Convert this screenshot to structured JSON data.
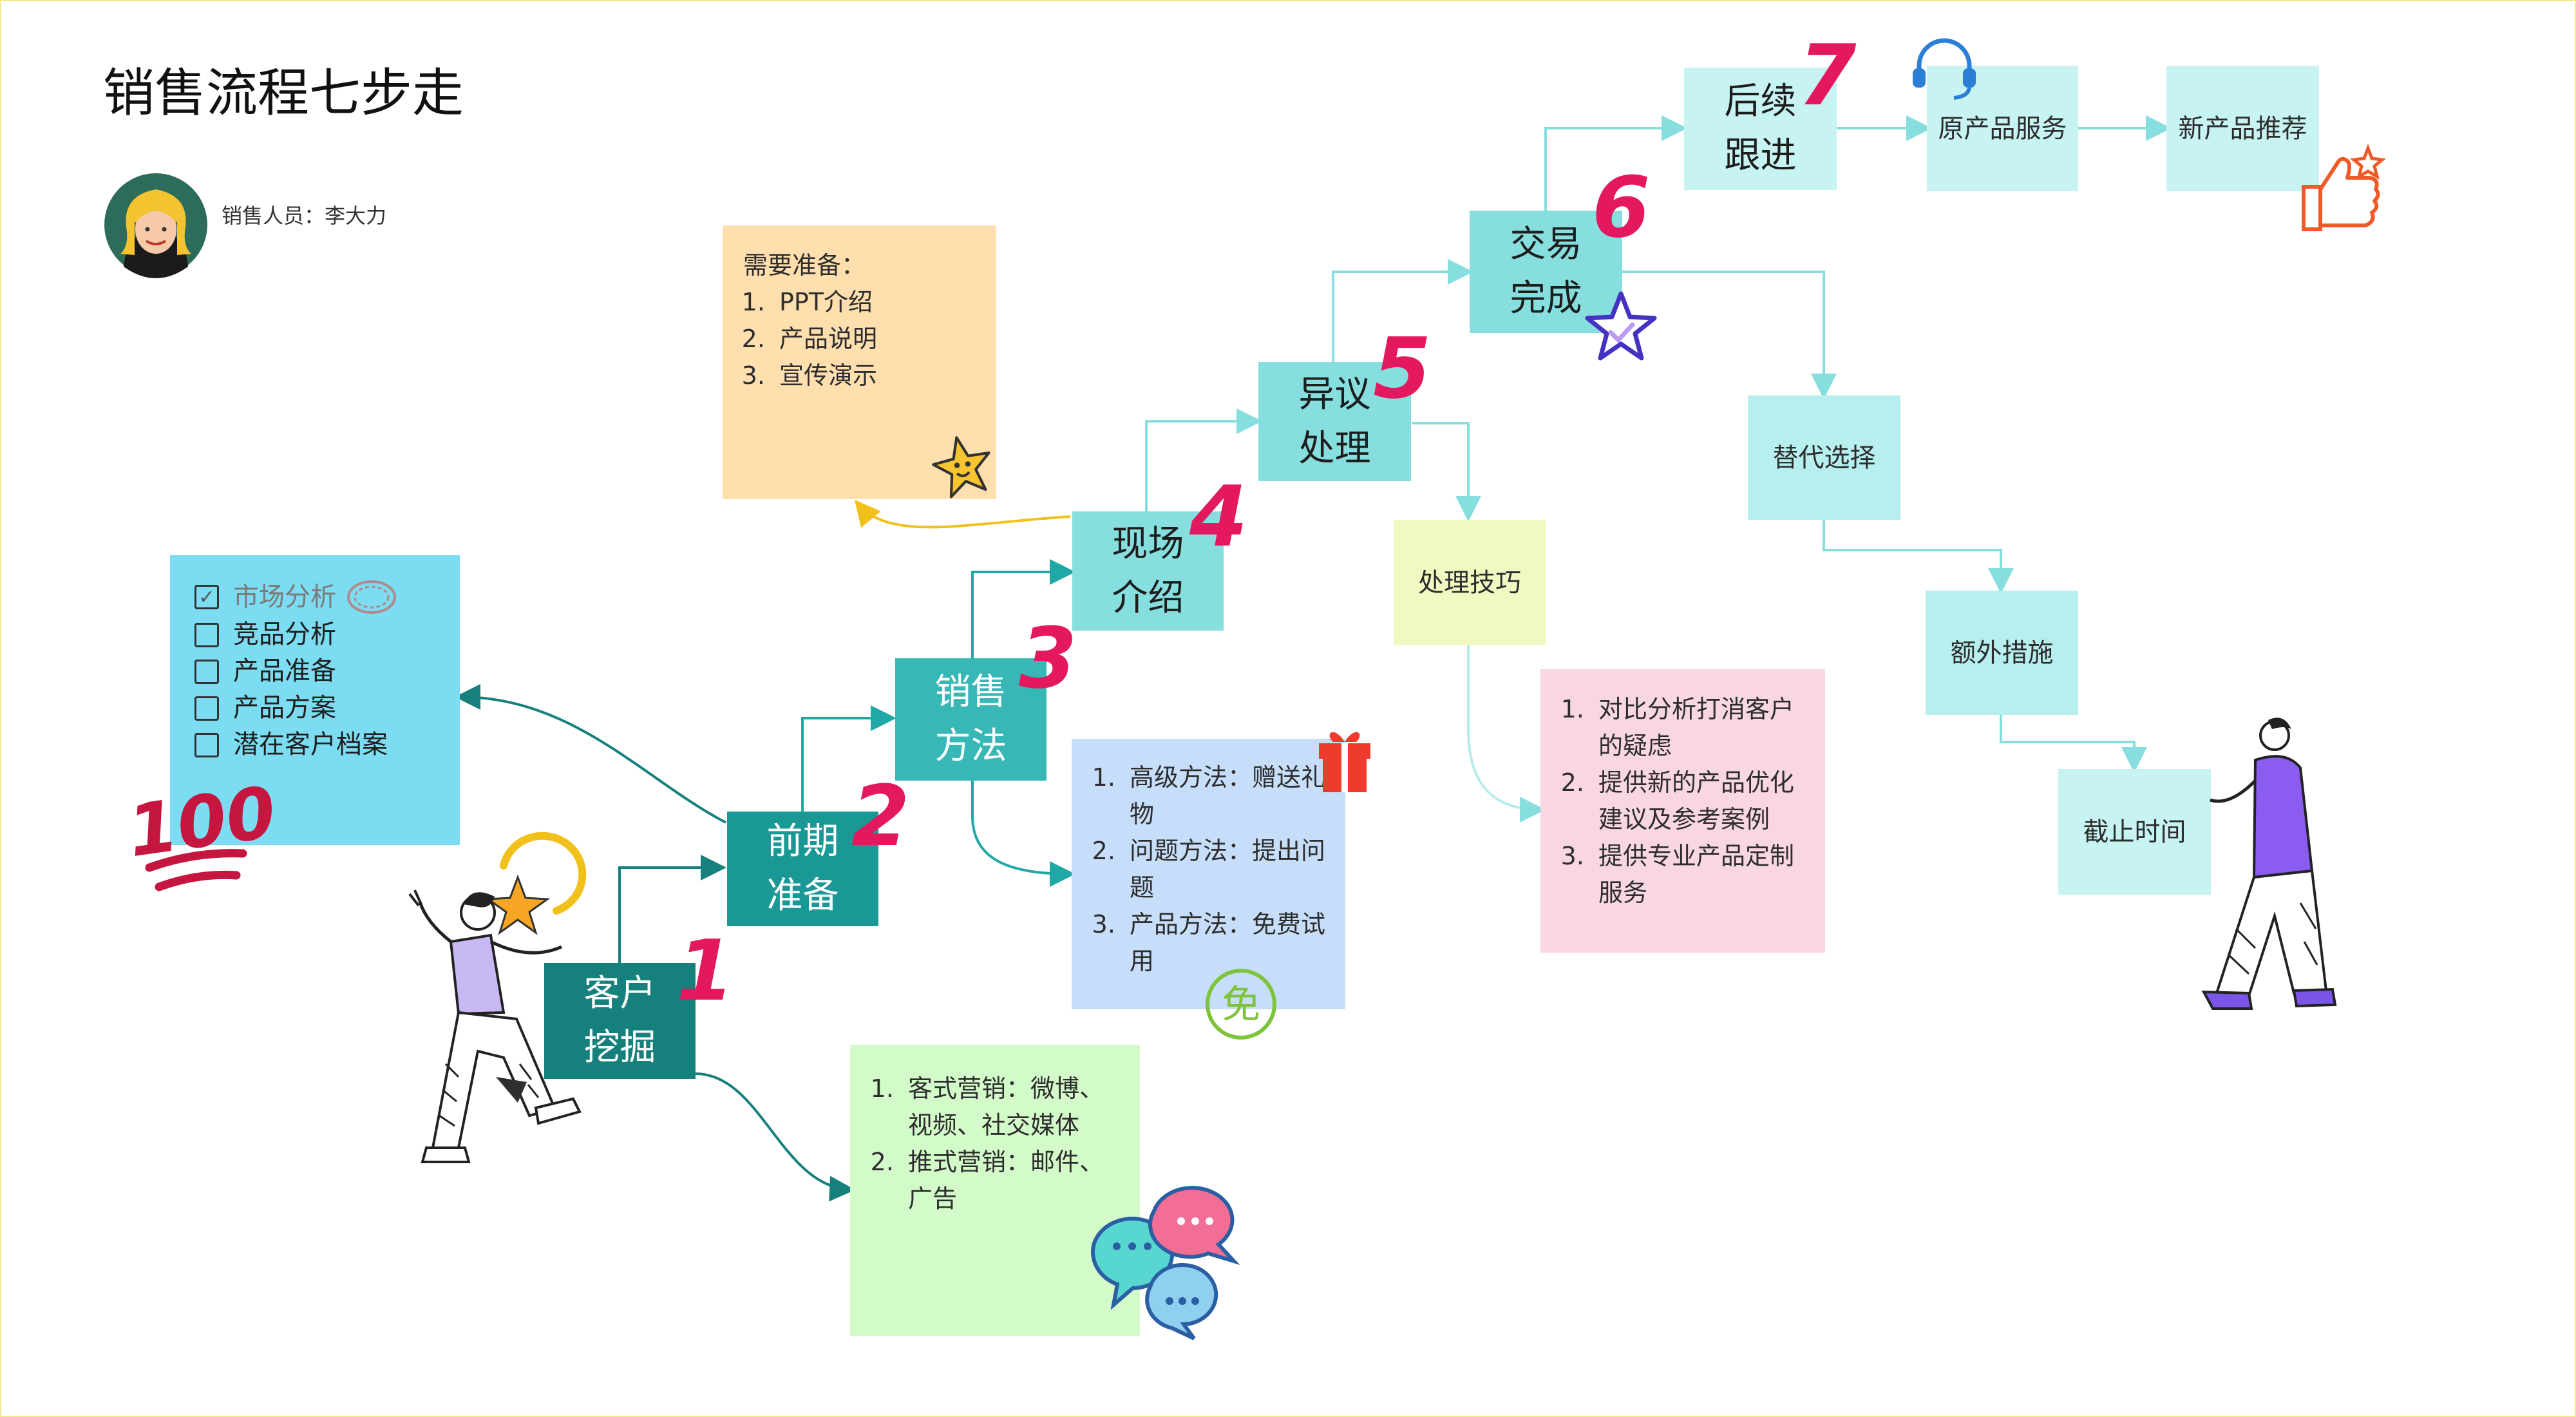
{
  "title": "销售流程七步走",
  "person_label": "销售人员：李大力",
  "steps": [
    {
      "number": "1",
      "label": "客户\n挖掘"
    },
    {
      "number": "2",
      "label": "前期\n准备"
    },
    {
      "number": "3",
      "label": "销售\n方法"
    },
    {
      "number": "4",
      "label": "现场\n介绍"
    },
    {
      "number": "5",
      "label": "异议\n处理"
    },
    {
      "number": "6",
      "label": "交易\n完成"
    },
    {
      "number": "7",
      "label": "后续\n跟进"
    }
  ],
  "sub_nodes": {
    "handling_skill": "处理技巧",
    "alternative_choice": "替代选择",
    "extra_measures": "额外措施",
    "deadline": "截止时间",
    "original_service": "原产品服务",
    "new_product": "新产品推荐"
  },
  "checklist": [
    {
      "label": "市场分析",
      "checked": true
    },
    {
      "label": "竞品分析",
      "checked": false
    },
    {
      "label": "产品准备",
      "checked": false
    },
    {
      "label": "产品方案",
      "checked": false
    },
    {
      "label": "潜在客户档案",
      "checked": false
    }
  ],
  "prep_note": {
    "title": "需要准备：",
    "items": [
      "PPT介绍",
      "产品说明",
      "宣传演示"
    ]
  },
  "methods_note": {
    "items": [
      "高级方法：赠送礼物",
      "问题方法：提出问题",
      "产品方法：免费试用"
    ]
  },
  "marketing_note": {
    "items": [
      "客式营销：微博、视频、社交媒体",
      "推式营销：邮件、广告"
    ]
  },
  "objection_note": {
    "items": [
      "对比分析打消客户的疑虑",
      "提供新的产品优化建议及参考案例",
      "提供专业产品定制服务"
    ]
  },
  "stickers": {
    "free_badge": "免",
    "hundred": "100"
  },
  "colors": {
    "step_dark": "#16807c",
    "step_mid": "#1fa8a6",
    "step_light": "#86dede",
    "sub_light": "#c7f3f3",
    "checklist_bg": "#7cdcf1",
    "prep_bg": "#ffdfae",
    "methods_bg": "#c7defa",
    "marketing_bg": "#d3fbc9",
    "objection_bg": "#f8d6e4",
    "handling_bg": "#effac2",
    "accent_number": "#e3185e"
  }
}
